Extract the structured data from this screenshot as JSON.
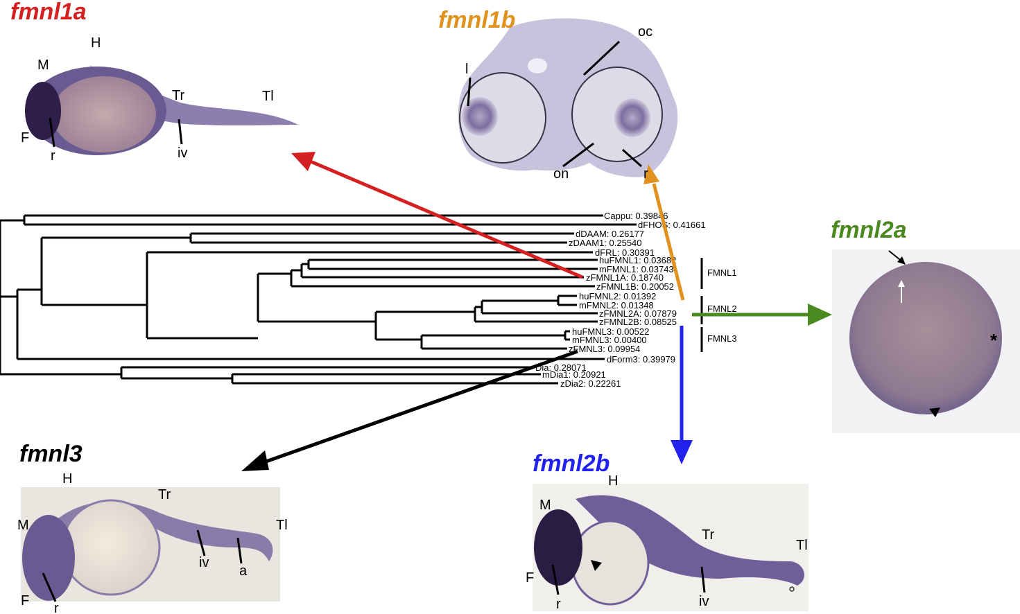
{
  "colors": {
    "fmnl1a": "#d42020",
    "fmnl1b": "#e0921e",
    "fmnl2a": "#4a8a20",
    "fmnl2b": "#2222ee",
    "fmnl3": "#000000"
  },
  "panels": {
    "fmnl1a": {
      "title": "fmnl1a",
      "labels": [
        "H",
        "M",
        "Tr",
        "Tl",
        "F",
        "r",
        "iv"
      ]
    },
    "fmnl1b": {
      "title": "fmnl1b",
      "labels": [
        "oc",
        "l",
        "on",
        "r"
      ]
    },
    "fmnl2a": {
      "title": "fmnl2a",
      "labels": [
        "*"
      ]
    },
    "fmnl2b": {
      "title": "fmnl2b",
      "labels": [
        "H",
        "M",
        "Tr",
        "Tl",
        "F",
        "r",
        "iv"
      ]
    },
    "fmnl3": {
      "title": "fmnl3",
      "labels": [
        "H",
        "Tr",
        "M",
        "Tl",
        "iv",
        "a",
        "F",
        "r"
      ]
    }
  },
  "tree": {
    "leaves": [
      "Cappu: 0.39846",
      "dFHOS: 0.41661",
      "dDAAM: 0.26177",
      "zDAAM1: 0.25540",
      "dFRL: 0.30391",
      "huFMNL1: 0.03682",
      "mFMNL1: 0.03743",
      "zFMNL1A: 0.18740",
      "zFMNL1B: 0.20052",
      "huFMNL2: 0.01392",
      "mFMNL2: 0.01348",
      "zFMNL2A: 0.07879",
      "zFMNL2B: 0.08525",
      "huFMNL3: 0.00522",
      "mFMNL3: 0.00400",
      "zFMNL3: 0.09954",
      "dForm3: 0.39979",
      "Dia: 0.28071",
      "mDia1: 0.20921",
      "zDia2: 0.22261"
    ],
    "clades": [
      "FMNL1",
      "FMNL2",
      "FMNL3"
    ]
  }
}
